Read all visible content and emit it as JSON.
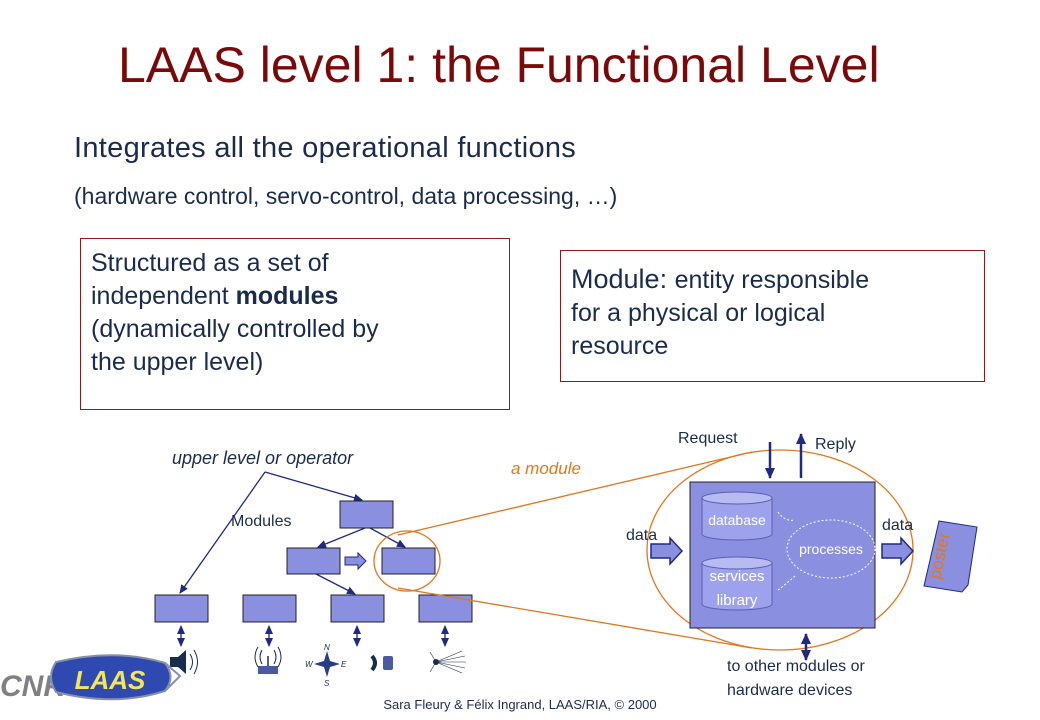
{
  "slide": {
    "title": "LAAS level 1: the Functional Level",
    "line1": "Integrates all the operational functions",
    "line2": "(hardware control, servo-control, data processing, …)",
    "box1": {
      "line1": "Structured as a set of",
      "line2_pre": "independent ",
      "line2_bold": "modules",
      "line3": "(dynamically controlled by",
      "line4": "the upper level)"
    },
    "box2": {
      "term": "Module",
      "colon": ": ",
      "line1_rest": "entity responsible",
      "line2": "for a physical or logical",
      "line3": "resource"
    },
    "footer": "Sara Fleury & Félix Ingrand, LAAS/RIA, © 2000"
  },
  "diagram": {
    "upper_label": "upper level or operator",
    "modules_label": "Modules",
    "module_label": "a module",
    "request": "Request",
    "reply": "Reply",
    "data_in": "data",
    "data_out": "data",
    "database": "database",
    "services_line1": "services",
    "services_line2": "library",
    "processes": "processes",
    "poster": "poster",
    "bottom_line1": "to other modules or",
    "bottom_line2": "hardware devices",
    "compass_n": "N",
    "compass_e": "E",
    "compass_s": "S",
    "compass_w": "W"
  },
  "logo": {
    "text": "LAAS",
    "mark": "CNRS"
  },
  "colors": {
    "title": "#7a0a0a",
    "text": "#1a2c4c",
    "box_border": "#8b1a1a",
    "module_fill": "#8b8fe0",
    "arrow": "#1f2a80",
    "orange": "#e07820",
    "module_label": "#e07820"
  }
}
